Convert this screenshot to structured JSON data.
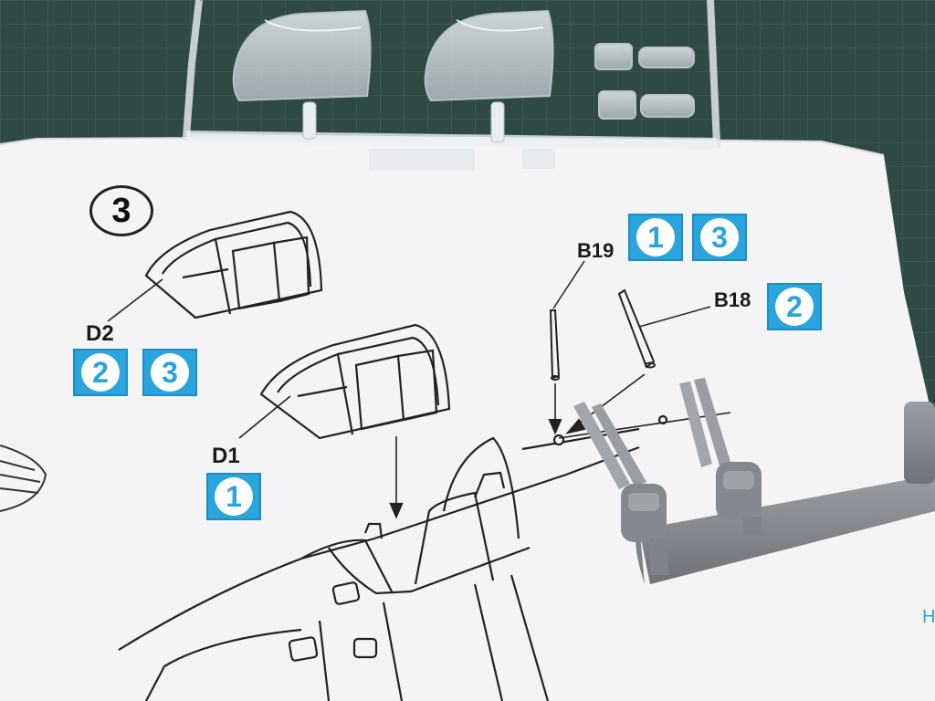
{
  "step_number": "3",
  "parts": {
    "d2": {
      "label": "D2",
      "badges": [
        "2",
        "3"
      ]
    },
    "d1": {
      "label": "D1",
      "badges": [
        "1"
      ]
    },
    "b19": {
      "label": "B19",
      "badges": [
        "1",
        "3"
      ]
    },
    "b18": {
      "label": "B18",
      "badges": [
        "2"
      ]
    }
  },
  "edge_text": "H",
  "colors": {
    "badge_blue": "#2aa4dc",
    "paper": "#f4f4f6",
    "cutting_mat": "#2f4a44",
    "gray_sprue": "#8d9096",
    "clear_sprue": "#dfe6ea"
  }
}
